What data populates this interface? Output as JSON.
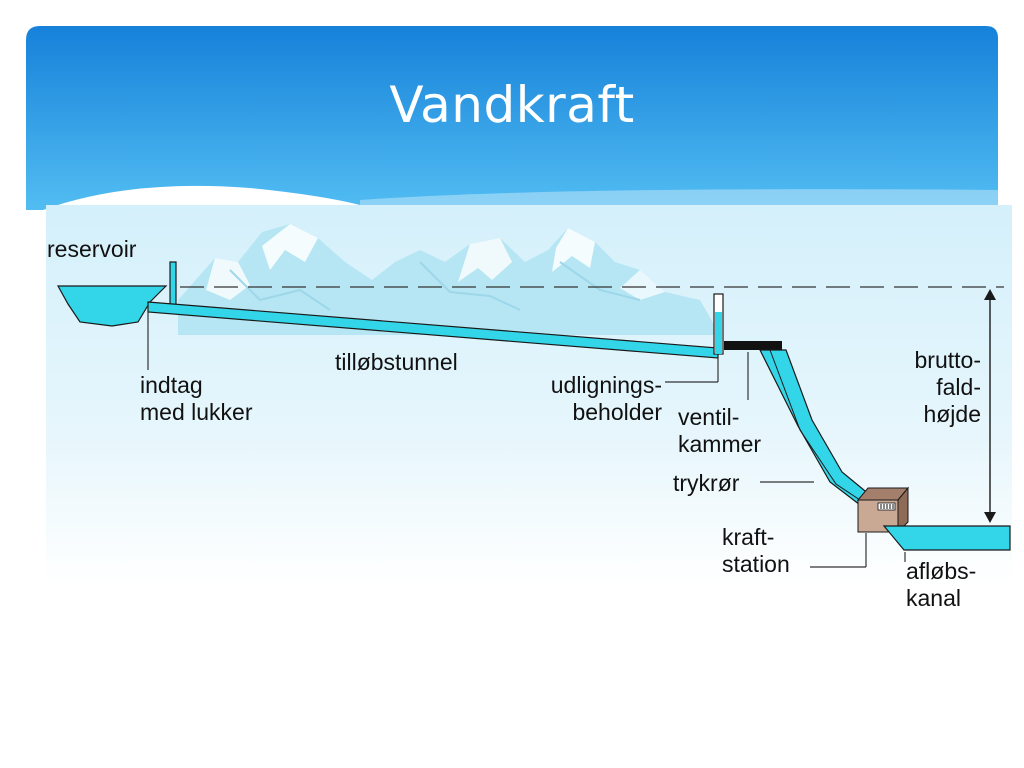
{
  "slide": {
    "title": "Vandkraft"
  },
  "diagram": {
    "labels": {
      "reservoir": "reservoir",
      "intake": "indtag\nmed lukker",
      "tunnel": "tilløbstunnel",
      "surge_tank": "udlignings-\nbeholder",
      "valve_chamber": "ventil-\nkammer",
      "penstock": "trykrør",
      "power_station": "kraft-\nstation",
      "gross_head": "brutto-\nfald-\nhøjde",
      "tailrace": "afløbs-\nkanal"
    },
    "colors": {
      "header_top": "#1681d9",
      "header_bottom": "#52bdf2",
      "water": "#33d6e8",
      "sky": "#d8f1fb",
      "mountain": "#b4e6f3",
      "power_house": "#c9a894"
    }
  }
}
